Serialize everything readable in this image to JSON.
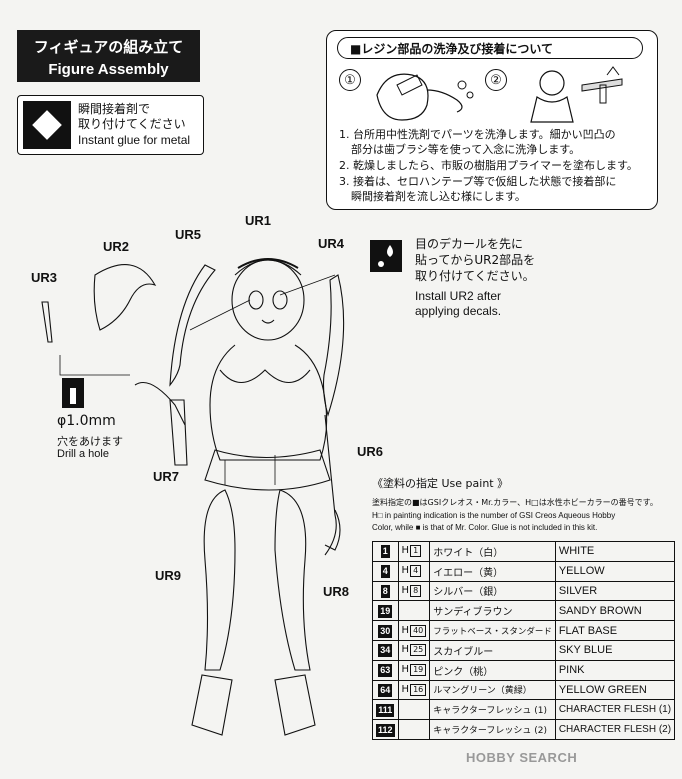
{
  "header": {
    "title_jp": "フィギュアの組み立て",
    "title_en": "Figure Assembly"
  },
  "glue_note": {
    "jp1": "瞬間接着剤で",
    "jp2": "取り付けてください",
    "en": "Instant glue for metal"
  },
  "resin_box": {
    "title": "■レジン部品の洗浄及び接着について",
    "step1_num": "①",
    "step2_num": "②",
    "steps": [
      "1. 台所用中性洗剤でパーツを洗浄します。細かい凹凸の",
      "部分は歯ブラシ等を使って入念に洗浄します。",
      "2. 乾燥しましたら、市販の樹脂用プライマーを塗布します。",
      "3. 接着は、セロハンテープ等で仮組した状態で接着部に",
      "瞬間接着剤を流し込む様にします。"
    ]
  },
  "part_labels": {
    "ur1": "UR1",
    "ur2": "UR2",
    "ur3": "UR3",
    "ur4": "UR4",
    "ur5": "UR5",
    "ur6": "UR6",
    "ur7": "UR7",
    "ur8": "UR8",
    "ur9": "UR9"
  },
  "decal_note": {
    "jp1": "目のデカールを先に",
    "jp2": "貼ってからUR2部品を",
    "jp3": "取り付けてください。",
    "en1": "Install UR2 after",
    "en2": "applying decals."
  },
  "drill_note": {
    "size": "φ1.0mm",
    "jp": "穴をあけます",
    "en": "Drill a hole"
  },
  "paint": {
    "heading": "《塗料の指定 Use paint 》",
    "note1": "塗料指定の■はGSIクレオス・Mr.カラー、H□は水性ホビーカラーの番号です。",
    "note2": "H□ in painting indication is the number of GSI Creos Aqueous Hobby",
    "note3": "Color, while ■ is that of Mr. Color. Glue is not included in this kit.",
    "rows": [
      {
        "num": "1",
        "h": "1",
        "jp": "ホワイト（白）",
        "en": "WHITE"
      },
      {
        "num": "4",
        "h": "4",
        "jp": "イエロー（黄）",
        "en": "YELLOW"
      },
      {
        "num": "8",
        "h": "8",
        "jp": "シルバー（銀）",
        "en": "SILVER"
      },
      {
        "num": "19",
        "h": "",
        "jp": "サンディブラウン",
        "en": "SANDY BROWN"
      },
      {
        "num": "30",
        "h": "40",
        "jp": "フラットベース・スタンダード",
        "en": "FLAT BASE"
      },
      {
        "num": "34",
        "h": "25",
        "jp": "スカイブルー",
        "en": "SKY BLUE"
      },
      {
        "num": "63",
        "h": "19",
        "jp": "ピンク（桃）",
        "en": "PINK"
      },
      {
        "num": "64",
        "h": "16",
        "jp": "ルマングリーン（黄緑）",
        "en": "YELLOW GREEN"
      },
      {
        "num": "111",
        "h": "",
        "jp": "キャラクターフレッシュ (1)",
        "en": "CHARACTER FLESH (1)"
      },
      {
        "num": "112",
        "h": "",
        "jp": "キャラクターフレッシュ (2)",
        "en": "CHARACTER FLESH (2)"
      }
    ]
  },
  "watermark": "HOBBY SEARCH",
  "icons": [
    "diamond-glue-icon",
    "glue-drop-icon",
    "drill-bit-icon"
  ]
}
